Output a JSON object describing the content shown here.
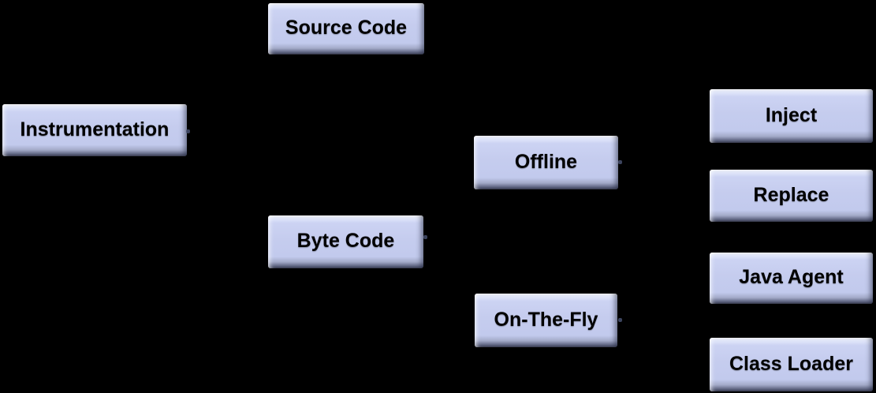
{
  "diagram": {
    "description": "Instrumentation techniques diagram",
    "colors": {
      "background": "#000000",
      "node_fill": "#c5ccee",
      "node_highlight": "#ffffff",
      "node_shadow": "#262a3e",
      "node_text": "#000000",
      "connector_stub": "#47506f"
    },
    "nodes": [
      {
        "id": "instrumentation",
        "label": "Instrumentation"
      },
      {
        "id": "source-code",
        "label": "Source Code"
      },
      {
        "id": "byte-code",
        "label": "Byte Code"
      },
      {
        "id": "offline",
        "label": "Offline"
      },
      {
        "id": "on-the-fly",
        "label": "On-The-Fly"
      },
      {
        "id": "inject",
        "label": "Inject"
      },
      {
        "id": "replace",
        "label": "Replace"
      },
      {
        "id": "java-agent",
        "label": "Java Agent"
      },
      {
        "id": "class-loader",
        "label": "Class Loader"
      }
    ]
  }
}
